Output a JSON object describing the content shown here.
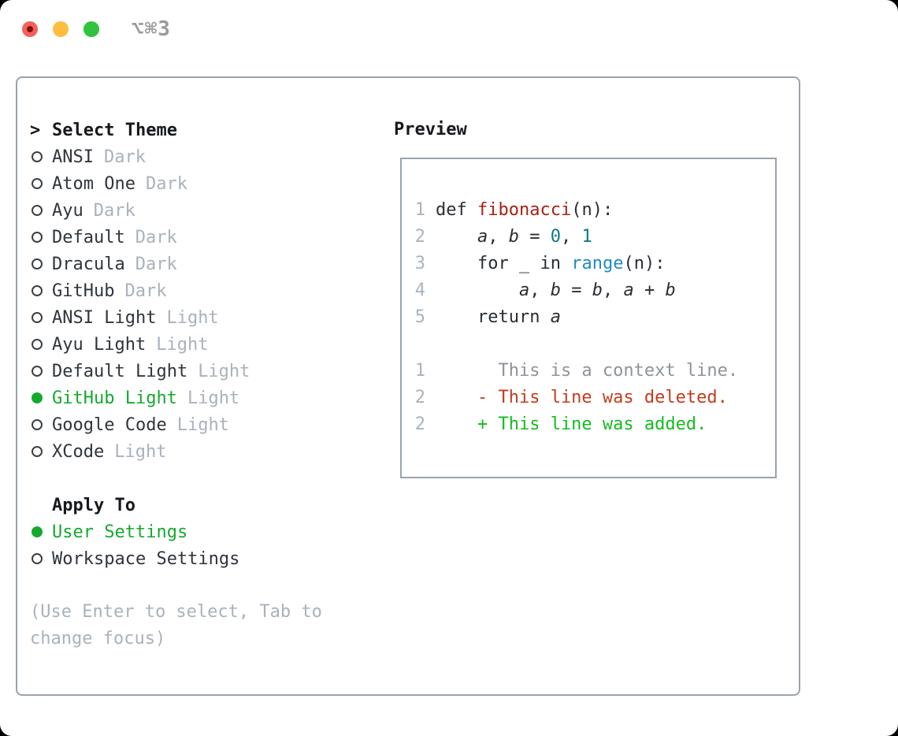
{
  "window": {
    "title": "⌥⌘3"
  },
  "colors": {
    "accent_green": "#14a92e",
    "diff_green": "#13bd20",
    "diff_red": "#c43c1e",
    "syntax_red": "#a82114",
    "syntax_teal": "#0c7a82",
    "syntax_blue": "#1f8ac5",
    "traffic_red": "#f4615a",
    "traffic_yellow": "#fdbd40",
    "traffic_green": "#2fc33e",
    "border_gray": "#9aa3ac",
    "muted_gray": "#a9b2bc"
  },
  "theme_panel": {
    "prompt": ">",
    "header": "Select Theme",
    "themes": [
      {
        "name": "ANSI",
        "tag": "Dark",
        "selected": false
      },
      {
        "name": "Atom One",
        "tag": "Dark",
        "selected": false
      },
      {
        "name": "Ayu",
        "tag": "Dark",
        "selected": false
      },
      {
        "name": "Default",
        "tag": "Dark",
        "selected": false
      },
      {
        "name": "Dracula",
        "tag": "Dark",
        "selected": false
      },
      {
        "name": "GitHub",
        "tag": "Dark",
        "selected": false
      },
      {
        "name": "ANSI Light",
        "tag": "Light",
        "selected": false
      },
      {
        "name": "Ayu Light",
        "tag": "Light",
        "selected": false
      },
      {
        "name": "Default Light",
        "tag": "Light",
        "selected": false
      },
      {
        "name": "GitHub Light",
        "tag": "Light",
        "selected": true
      },
      {
        "name": "Google Code",
        "tag": "Light",
        "selected": false
      },
      {
        "name": "XCode",
        "tag": "Light",
        "selected": false
      }
    ],
    "apply_to": {
      "header": "Apply To",
      "options": [
        {
          "name": "User Settings",
          "selected": true
        },
        {
          "name": "Workspace Settings",
          "selected": false
        }
      ]
    },
    "hint": "(Use Enter to select, Tab to change focus)"
  },
  "preview": {
    "header": "Preview",
    "lines": [
      {
        "kind": "code",
        "num": "1",
        "tokens": [
          {
            "t": "def ",
            "c": "kw"
          },
          {
            "t": "fibonacci",
            "c": "fn"
          },
          {
            "t": "(n):",
            "c": "pl"
          }
        ]
      },
      {
        "kind": "code",
        "num": "2",
        "tokens": [
          {
            "t": "    ",
            "c": "pl"
          },
          {
            "t": "a",
            "c": "var"
          },
          {
            "t": ", ",
            "c": "pl"
          },
          {
            "t": "b",
            "c": "var"
          },
          {
            "t": " = ",
            "c": "pl"
          },
          {
            "t": "0",
            "c": "num"
          },
          {
            "t": ", ",
            "c": "pl"
          },
          {
            "t": "1",
            "c": "num"
          }
        ]
      },
      {
        "kind": "code",
        "num": "3",
        "tokens": [
          {
            "t": "    ",
            "c": "pl"
          },
          {
            "t": "for ",
            "c": "kw"
          },
          {
            "t": "_ ",
            "c": "pl"
          },
          {
            "t": "in ",
            "c": "kw"
          },
          {
            "t": "range",
            "c": "bi"
          },
          {
            "t": "(n):",
            "c": "pl"
          }
        ]
      },
      {
        "kind": "code",
        "num": "4",
        "tokens": [
          {
            "t": "        ",
            "c": "pl"
          },
          {
            "t": "a",
            "c": "var"
          },
          {
            "t": ", ",
            "c": "pl"
          },
          {
            "t": "b",
            "c": "var"
          },
          {
            "t": " = ",
            "c": "pl"
          },
          {
            "t": "b",
            "c": "var"
          },
          {
            "t": ", ",
            "c": "pl"
          },
          {
            "t": "a",
            "c": "var"
          },
          {
            "t": " + ",
            "c": "pl"
          },
          {
            "t": "b",
            "c": "var"
          }
        ]
      },
      {
        "kind": "code",
        "num": "5",
        "tokens": [
          {
            "t": "    ",
            "c": "pl"
          },
          {
            "t": "return ",
            "c": "kw"
          },
          {
            "t": "a",
            "c": "var"
          }
        ]
      },
      {
        "kind": "blank",
        "num": "",
        "tokens": []
      },
      {
        "kind": "context",
        "num": "1",
        "tokens": [
          {
            "t": "      This is a context line.",
            "c": "ctx"
          }
        ]
      },
      {
        "kind": "deleted",
        "num": "2",
        "tokens": [
          {
            "t": "    - This line was deleted.",
            "c": "del"
          }
        ]
      },
      {
        "kind": "added",
        "num": "2",
        "tokens": [
          {
            "t": "    + This line was added.",
            "c": "add"
          }
        ]
      }
    ]
  }
}
